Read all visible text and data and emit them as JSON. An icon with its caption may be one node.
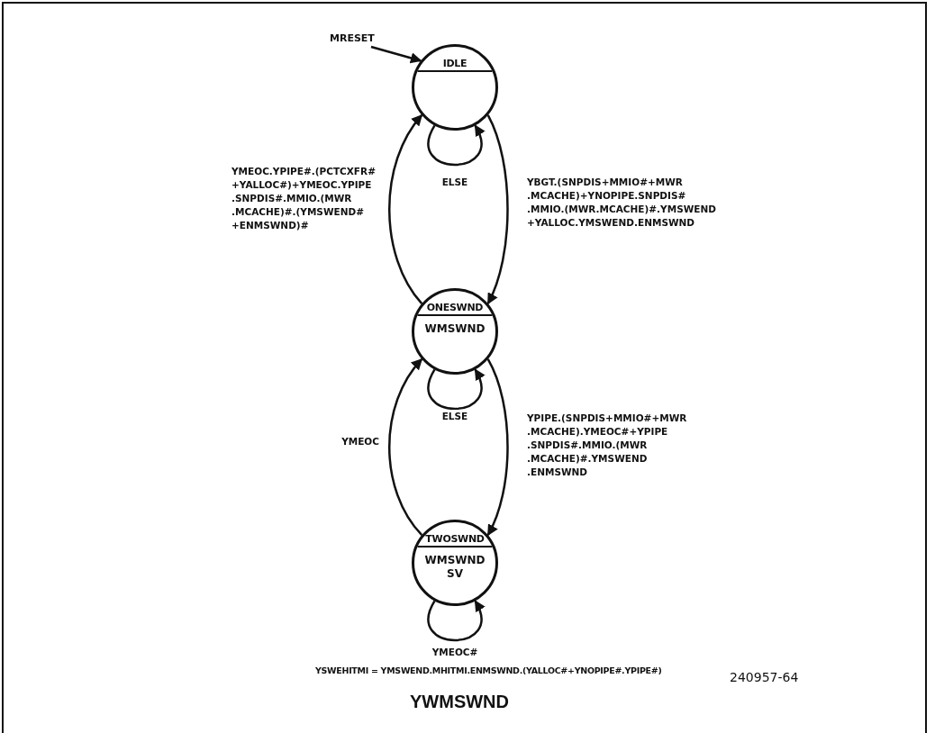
{
  "diagram": {
    "title": "YWMSWND",
    "nodes": [
      {
        "text": [
          "IDLE"
        ]
      },
      {
        "text": [
          "ONESWND",
          "WMSWND"
        ]
      },
      {
        "text": [
          "TWOSWND",
          "WMSWND SV"
        ]
      },
      {
        "text": [
          "MRESET"
        ]
      }
    ],
    "edges": [
      {
        "from": 3,
        "to": 0,
        "arrow": "to"
      },
      {
        "from": 0,
        "to": 0,
        "arrow": "to",
        "label": "ELSE"
      },
      {
        "from": 0,
        "to": 1,
        "arrow": "to",
        "label": "YBGT.(SNPDIS+MMIO#+MWR .MCACHE)+YNOPIPE.SNPDIS# .MMIO.(MWR.MCACHE)#.YMSWEND +YALLOC.YMSWEND.ENMSWND"
      },
      {
        "from": 1,
        "to": 0,
        "arrow": "to",
        "label": "YMEOC.YPIPE#.(PCTCXFR# +YALLOC#)+YMEOC.YPIPE .SNPDIS#.MMIO.(MWR .MCACHE)#.(YMSWEND# +ENMSWND)#"
      },
      {
        "from": 1,
        "to": 1,
        "arrow": "to",
        "label": "ELSE"
      },
      {
        "from": 1,
        "to": 2,
        "arrow": "to",
        "label": "YPIPE.(SNPDIS+MMIO#+MWR .MCACHE).YMEOC#+YPIPE .SNPDIS#.MMIO.(MWR .MCACHE)#.YMSWEND .ENMSWND"
      },
      {
        "from": 2,
        "to": 1,
        "arrow": "to",
        "label": "YMEOC"
      },
      {
        "from": 2,
        "to": 2,
        "arrow": "to",
        "label": "YMEOC#"
      }
    ],
    "labels": [
      "YSWEHITMI = YMSWEND.MHITMI.ENMSWND.(YALLOC#+YNOPIPE#.YPIPE#)",
      "240957-64"
    ]
  }
}
